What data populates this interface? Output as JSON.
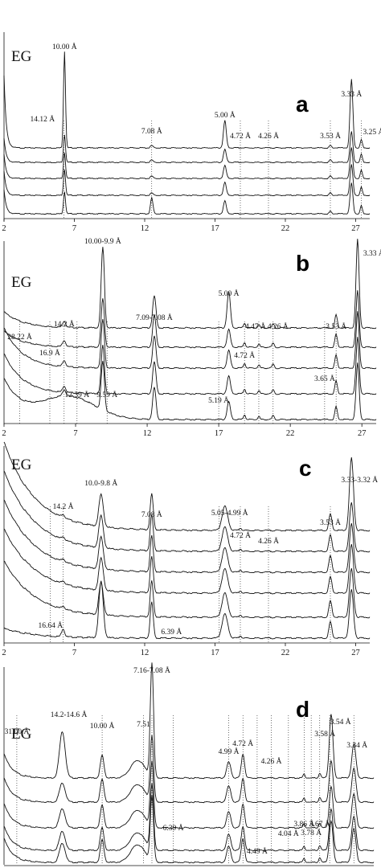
{
  "chart_data": [
    {
      "type": "line",
      "panel": "a",
      "label": "EG",
      "x_range": [
        2,
        28
      ],
      "x_ticks": [
        "2",
        "7",
        "12",
        "17",
        "22",
        "27"
      ],
      "peaks": [
        {
          "x": 6.3,
          "label": "10.00 Å",
          "h": 1.0
        },
        {
          "x": 6.3,
          "label": "",
          "h": 0
        },
        {
          "x": 12.5,
          "label": "7.08 Å",
          "h": 0.1
        },
        {
          "x": 17.7,
          "label": "5.00 Å",
          "h": 0.2
        },
        {
          "x": 26.7,
          "label": "3.33 Å",
          "h": 0.55
        },
        {
          "x": 27.4,
          "label": "3.25 Å",
          "h": 0.12
        }
      ],
      "guides": [
        {
          "x": 6.25,
          "label": "14.12 Å"
        },
        {
          "x": 12.5,
          "label": "7.08 Å"
        },
        {
          "x": 18.8,
          "label": "4.72 Å"
        },
        {
          "x": 20.8,
          "label": "4.26 Å"
        },
        {
          "x": 25.2,
          "label": "3.53 Å"
        },
        {
          "x": 27.4,
          "label": "3.25 Å"
        }
      ],
      "series": [
        {
          "values": "trace-1"
        },
        {
          "values": "trace-2"
        },
        {
          "values": "trace-3"
        },
        {
          "values": "trace-4"
        },
        {
          "values": "trace-5"
        }
      ]
    },
    {
      "type": "line",
      "panel": "b",
      "label": "EG",
      "x_range": [
        2,
        28
      ],
      "x_ticks": [
        "2",
        "7",
        "12",
        "17",
        "22",
        "27"
      ],
      "peaks": [
        {
          "x": 8.9,
          "label": "10.00-9.9 Å"
        },
        {
          "x": 12.5,
          "label": "7.09-7.08 Å"
        },
        {
          "x": 17.7,
          "label": "5.00 Å"
        },
        {
          "x": 26.7,
          "label": "3.33 Å"
        },
        {
          "x": 3.1,
          "label": "28.22 Å"
        },
        {
          "x": 6.2,
          "label": "14.2 Å"
        },
        {
          "x": 5.2,
          "label": "16.9 Å"
        },
        {
          "x": 7.1,
          "label": "12.39 Å"
        },
        {
          "x": 9.2,
          "label": "9.59 Å"
        },
        {
          "x": 17.0,
          "label": "5.19 Å"
        },
        {
          "x": 18.8,
          "label": "4.72 Å"
        },
        {
          "x": 19.8,
          "label": "4.47 Å"
        },
        {
          "x": 20.8,
          "label": "4.26 Å"
        },
        {
          "x": 25.2,
          "label": "3.53 Å"
        },
        {
          "x": 24.4,
          "label": "3.65 Å"
        }
      ]
    },
    {
      "type": "line",
      "panel": "c",
      "label": "EG",
      "x_range": [
        2,
        28
      ],
      "x_ticks": [
        "2",
        "7",
        "12",
        "17",
        "22",
        "27"
      ],
      "peaks": [
        {
          "x": 8.9,
          "label": "10.0-9.8 Å"
        },
        {
          "x": 12.5,
          "label": "7.08 Å"
        },
        {
          "x": 17.7,
          "label": "5.05-4.99 Å"
        },
        {
          "x": 26.7,
          "label": "3.33-3.32 Å"
        },
        {
          "x": 6.2,
          "label": "14.2 Å"
        },
        {
          "x": 5.3,
          "label": "16.64 Å"
        },
        {
          "x": 13.9,
          "label": "6.39 Å"
        },
        {
          "x": 18.8,
          "label": "4.72 Å"
        },
        {
          "x": 20.8,
          "label": "4.26 Å"
        },
        {
          "x": 25.2,
          "label": "3.53 Å"
        }
      ]
    },
    {
      "type": "line",
      "panel": "d",
      "label": "EG",
      "x_range": [
        2,
        28
      ],
      "peaks": [
        {
          "x": 12.4,
          "label": "7.16-7.08 Å"
        },
        {
          "x": 6.1,
          "label": "14.2-14.6 Å"
        },
        {
          "x": 2.9,
          "label": "31.00 Å"
        },
        {
          "x": 8.9,
          "label": "10.00 Å"
        },
        {
          "x": 11.8,
          "label": "7.51"
        },
        {
          "x": 13.9,
          "label": "6.39 Å"
        },
        {
          "x": 17.8,
          "label": "4.99 Å"
        },
        {
          "x": 18.8,
          "label": "4.72 Å"
        },
        {
          "x": 19.8,
          "label": "4.49 Å"
        },
        {
          "x": 20.8,
          "label": "4.26 Å"
        },
        {
          "x": 22.0,
          "label": "4.04 Å"
        },
        {
          "x": 23.1,
          "label": "3.86 Å"
        },
        {
          "x": 23.6,
          "label": "3.78 Å"
        },
        {
          "x": 24.2,
          "label": "3.67 Å"
        },
        {
          "x": 24.9,
          "label": "3.58 Å"
        },
        {
          "x": 25.1,
          "label": "3.54 Å"
        },
        {
          "x": 26.6,
          "label": "3.34 Å"
        }
      ]
    }
  ],
  "panels": {
    "a": {
      "letter": "a",
      "eg": "EG"
    },
    "b": {
      "letter": "b",
      "eg": "EG"
    },
    "c": {
      "letter": "c",
      "eg": "EG"
    },
    "d": {
      "letter": "d",
      "eg": "EG"
    }
  }
}
